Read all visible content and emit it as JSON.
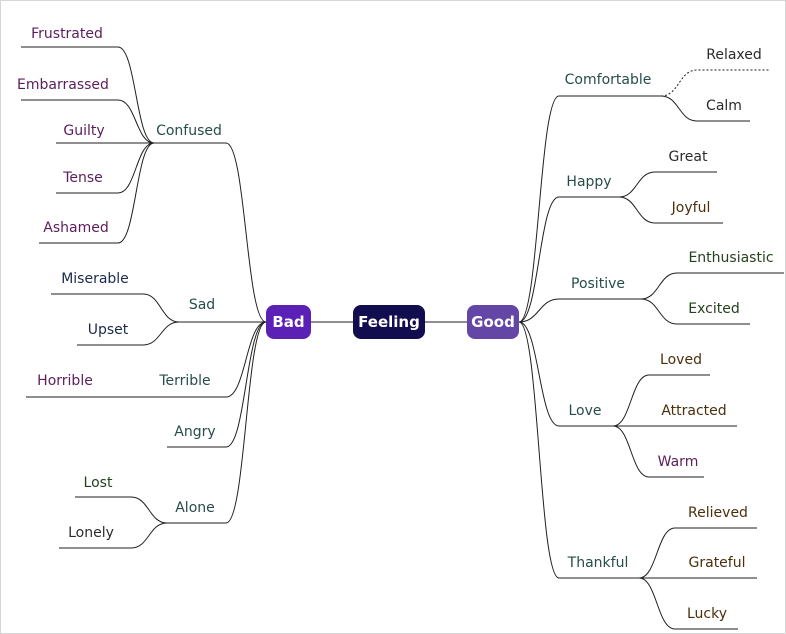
{
  "diagram": {
    "root": "Feeling",
    "colors": {
      "root_bg": "#120d4e",
      "bad_bg": "#5b21b6",
      "good_bg": "#6346a5",
      "line": "#1f1f1f"
    },
    "left": {
      "label": "Bad",
      "branches": [
        {
          "label": "Confused",
          "children": [
            "Frustrated",
            "Embarrassed",
            "Guilty",
            "Tense",
            "Ashamed"
          ]
        },
        {
          "label": "Sad",
          "children": [
            "Miserable",
            "Upset"
          ]
        },
        {
          "label": "Terrible",
          "children": [
            "Horrible"
          ]
        },
        {
          "label": "Angry",
          "children": []
        },
        {
          "label": "Alone",
          "children": [
            "Lost",
            "Lonely"
          ]
        }
      ]
    },
    "right": {
      "label": "Good",
      "branches": [
        {
          "label": "Comfortable",
          "children": [
            "Relaxed",
            "Calm"
          ]
        },
        {
          "label": "Happy",
          "children": [
            "Great",
            "Joyful"
          ]
        },
        {
          "label": "Positive",
          "children": [
            "Enthusiastic",
            "Excited"
          ]
        },
        {
          "label": "Love",
          "children": [
            "Loved",
            "Attracted",
            "Warm"
          ]
        },
        {
          "label": "Thankful",
          "children": [
            "Relieved",
            "Grateful",
            "Lucky"
          ]
        }
      ]
    }
  }
}
